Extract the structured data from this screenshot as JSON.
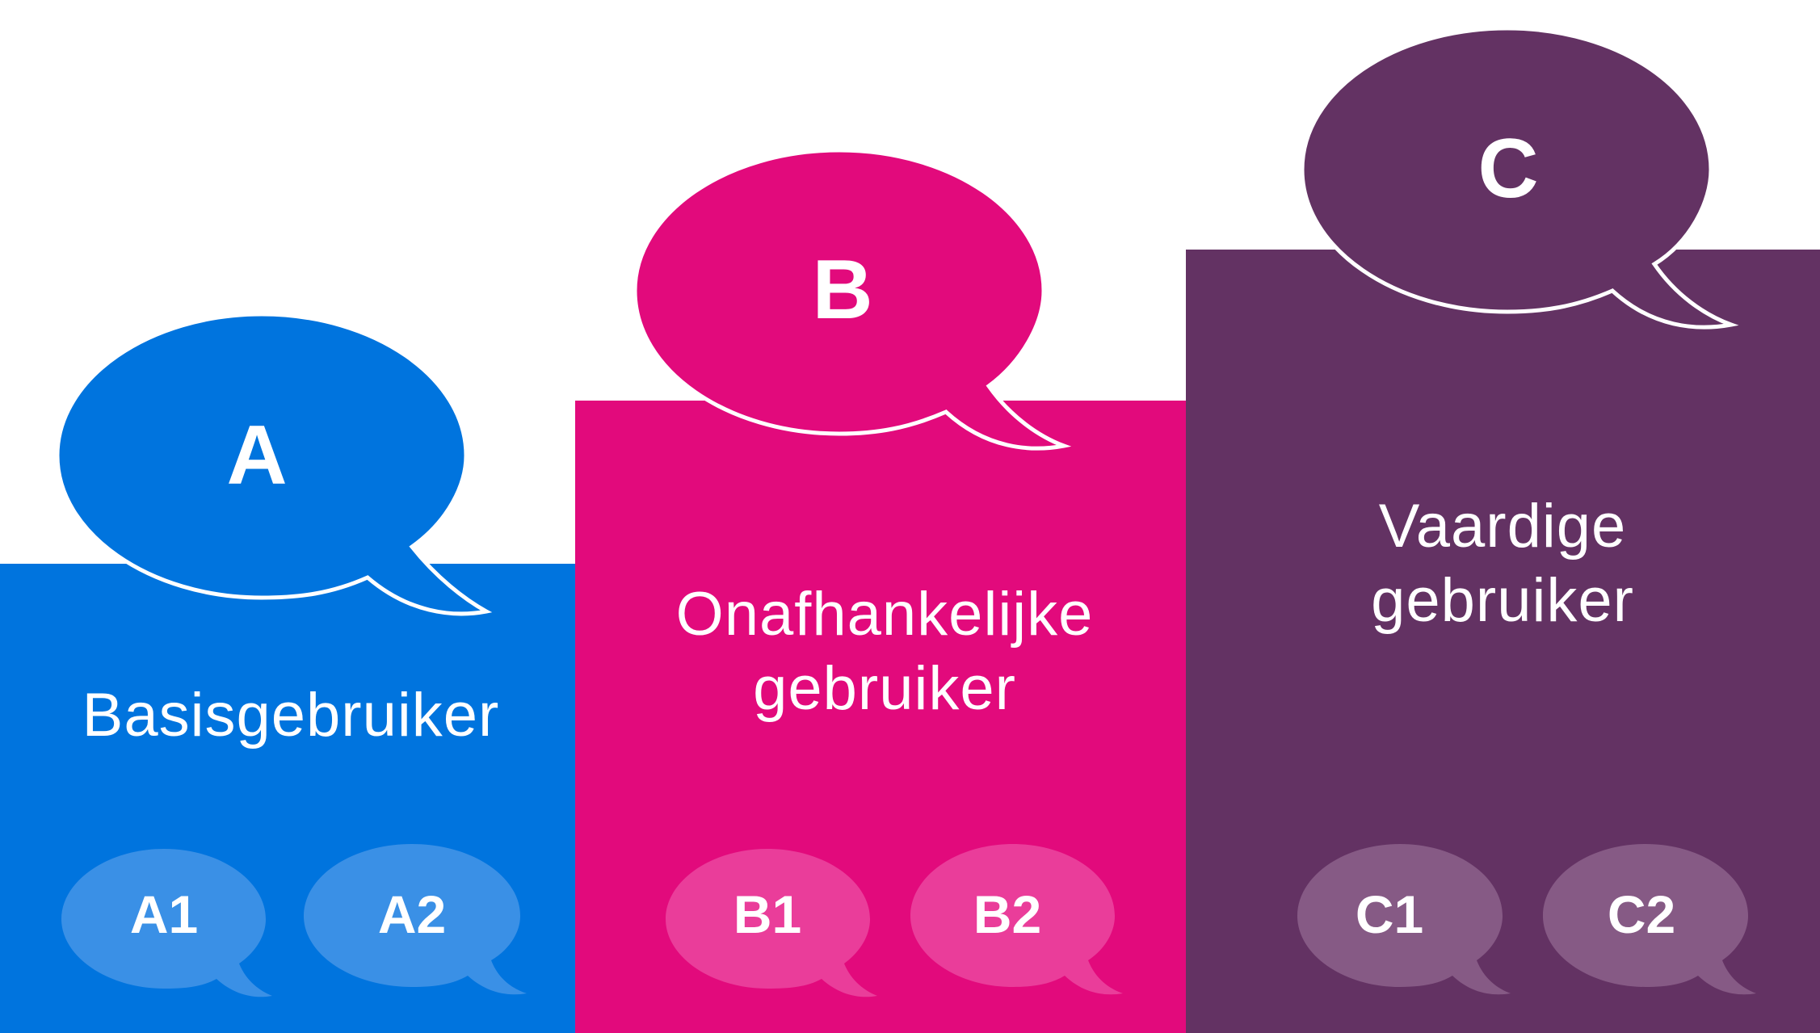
{
  "colors": {
    "A": "#0074DE",
    "B": "#E20A7C",
    "C": "#633263",
    "A_light": "#3A90E6",
    "B_light": "#EA3D9A",
    "C_light": "#865A85"
  },
  "levels": [
    {
      "letter": "A",
      "label_lines": [
        "Basisgebruiker"
      ],
      "sublevels": [
        "A1",
        "A2"
      ]
    },
    {
      "letter": "B",
      "label_lines": [
        "Onafhankelijke",
        "gebruiker"
      ],
      "sublevels": [
        "B1",
        "B2"
      ]
    },
    {
      "letter": "C",
      "label_lines": [
        "Vaardige",
        "gebruiker"
      ],
      "sublevels": [
        "C1",
        "C2"
      ]
    }
  ]
}
